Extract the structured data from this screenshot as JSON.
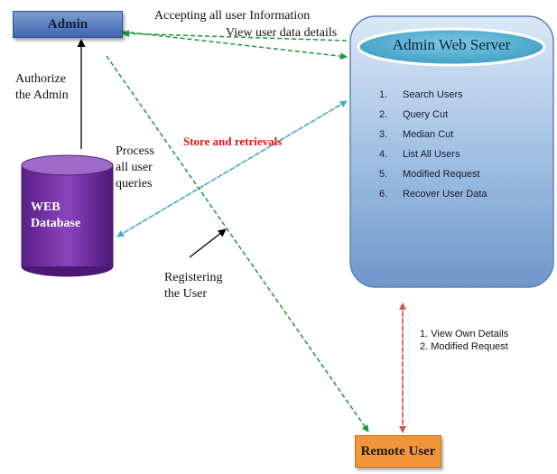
{
  "nodes": {
    "admin": "Admin",
    "server": "Admin Web Server",
    "database_line1": "WEB",
    "database_line2": "Database",
    "remote_user": "Remote User"
  },
  "server_functions": [
    {
      "num": "1.",
      "label": "Search Users"
    },
    {
      "num": "2.",
      "label": "Query Cut"
    },
    {
      "num": "3.",
      "label": "Median Cut"
    },
    {
      "num": "4.",
      "label": "List All Users"
    },
    {
      "num": "5.",
      "label": "Modified Request"
    },
    {
      "num": "6.",
      "label": "Recover User Data"
    }
  ],
  "edge_labels": {
    "accepting": "Accepting all user Information",
    "view_details": "View user data details",
    "authorize_1": "Authorize",
    "authorize_2": "the Admin",
    "process_1": "Process",
    "process_2": "all user",
    "process_3": "queries",
    "store": "Store and retrievals",
    "register_1": "Registering",
    "register_2": "the User"
  },
  "remote_actions": [
    {
      "num": "1.",
      "label": "View Own Details"
    },
    {
      "num": "2.",
      "label": "Modified Request"
    }
  ],
  "colors": {
    "admin_fill": "#3d66b0",
    "server_fill": "#7ea5d4",
    "server_header": "#5fb7d6",
    "database_fill": "#6a2a99",
    "remote_fill": "#f3963a",
    "green_edge": "#1a9a3a",
    "blue_edge": "#4aa8c8",
    "red_edge": "#d9534f",
    "store_text": "#e01515"
  }
}
